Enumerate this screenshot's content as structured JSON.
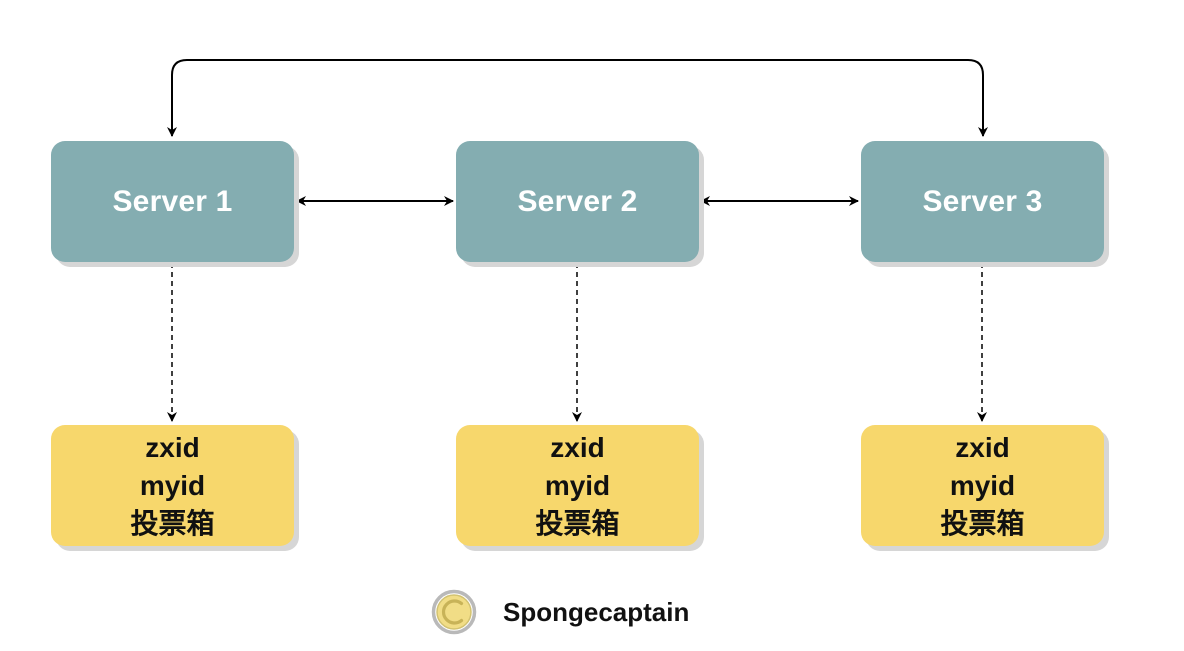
{
  "servers": [
    {
      "label": "Server 1",
      "store": {
        "line1": "zxid",
        "line2": "myid",
        "line3": "投票箱"
      }
    },
    {
      "label": "Server 2",
      "store": {
        "line1": "zxid",
        "line2": "myid",
        "line3": "投票箱"
      }
    },
    {
      "label": "Server 3",
      "store": {
        "line1": "zxid",
        "line2": "myid",
        "line3": "投票箱"
      }
    }
  ],
  "watermark": {
    "text": "Spongecaptain",
    "icon": "copyright-circle-icon"
  },
  "colors": {
    "server_fill": "#84adb1",
    "store_fill": "#f7d76c",
    "shadow": "#d6d6d6",
    "connector": "#000000",
    "logo_ring": "#d2c271"
  }
}
